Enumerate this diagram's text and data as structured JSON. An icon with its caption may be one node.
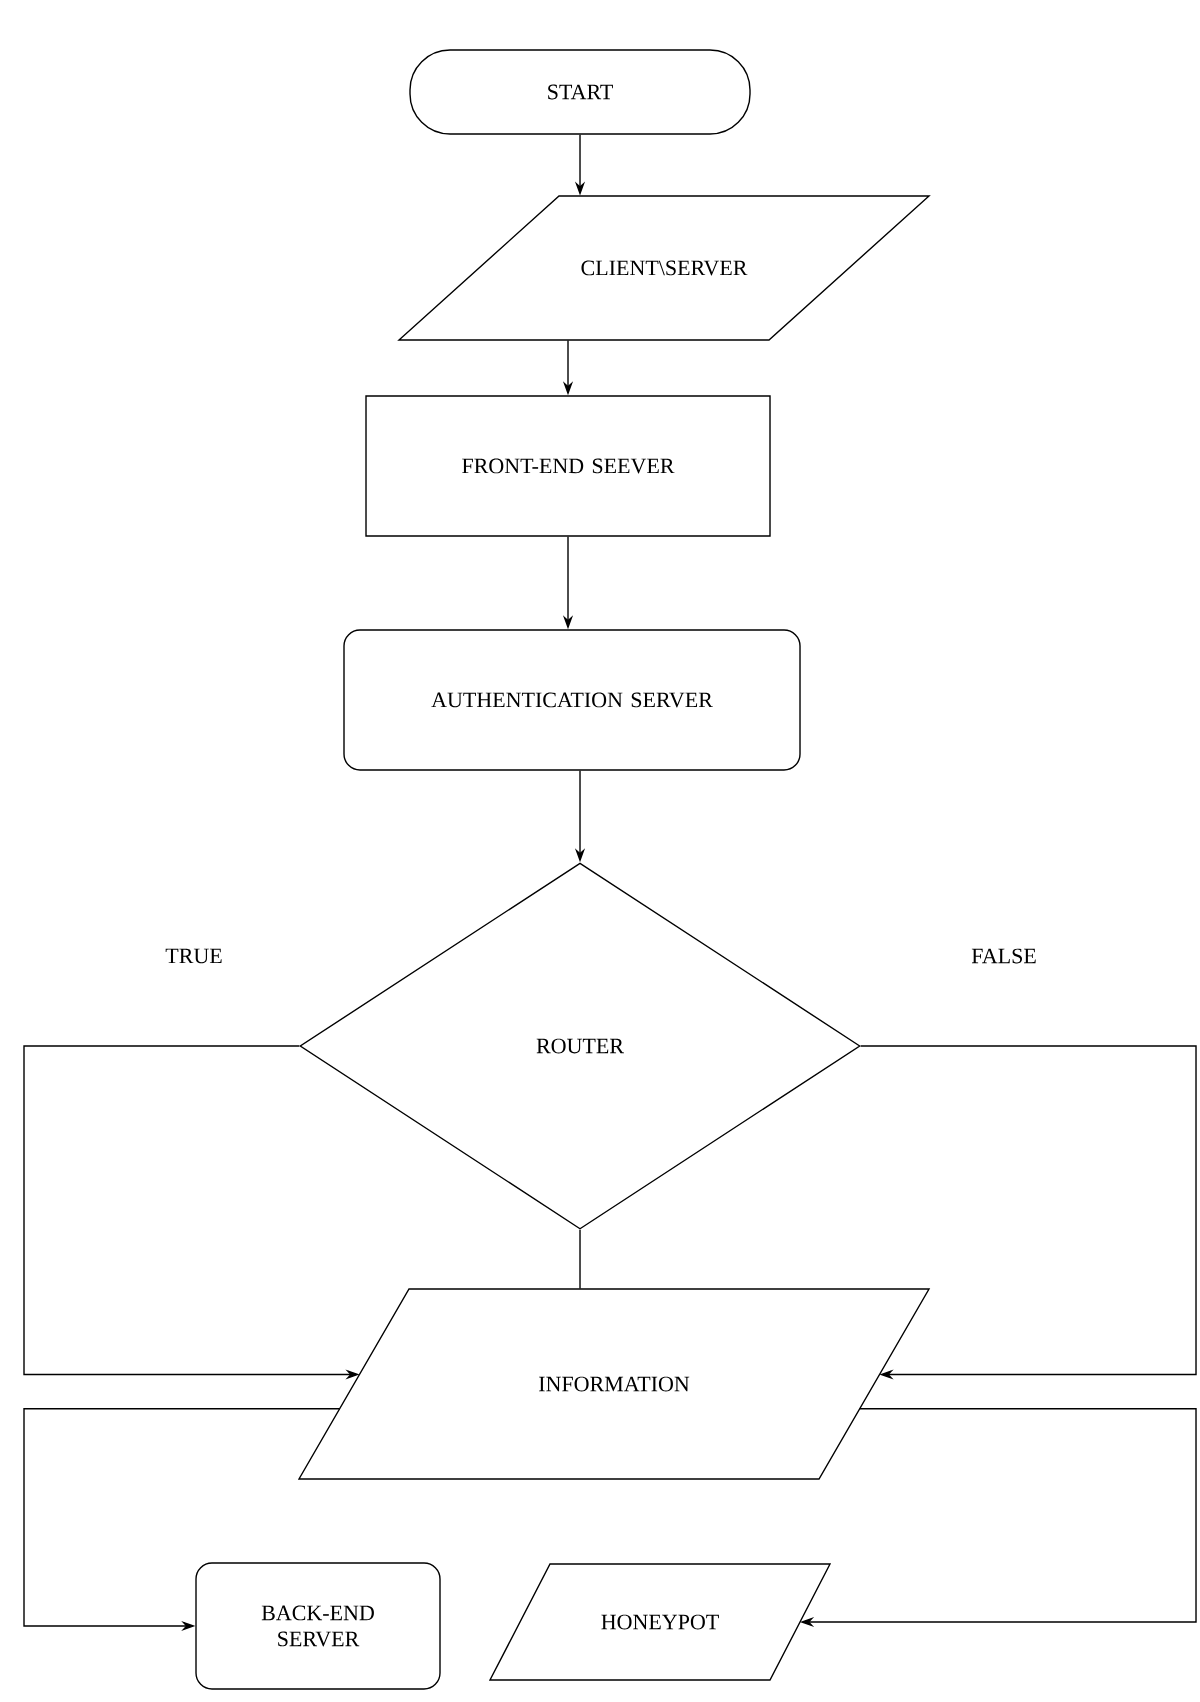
{
  "diagram": {
    "nodes": [
      {
        "text": [
          "START"
        ]
      },
      {
        "text": [
          "CLIENT\\SERVER"
        ]
      },
      {
        "text": [
          "FRONT-END SEEVER"
        ]
      },
      {
        "text": [
          "AUTHENTICATION SERVER"
        ]
      },
      {
        "text": [
          "ROUTER"
        ]
      },
      {
        "text": [
          "INFORMATION"
        ]
      },
      {
        "text": [
          "BACK-END SERVER"
        ]
      },
      {
        "text": [
          "HONEYPOT"
        ]
      }
    ],
    "edges": [
      {
        "from": 0,
        "to": 1,
        "arrow": "to"
      },
      {
        "from": 1,
        "to": 2,
        "arrow": "to"
      },
      {
        "from": 2,
        "to": 3,
        "arrow": "to"
      },
      {
        "from": 3,
        "to": 4,
        "arrow": "to"
      },
      {
        "from": 4,
        "to": 5,
        "arrow": "none"
      },
      {
        "from": 4,
        "to": 5,
        "arrow": "to",
        "label": "TRUE"
      },
      {
        "from": 4,
        "to": 5,
        "arrow": "to",
        "label": "FALSE"
      },
      {
        "from": 5,
        "to": 6,
        "arrow": "to"
      },
      {
        "from": 5,
        "to": 7,
        "arrow": "to"
      }
    ]
  }
}
